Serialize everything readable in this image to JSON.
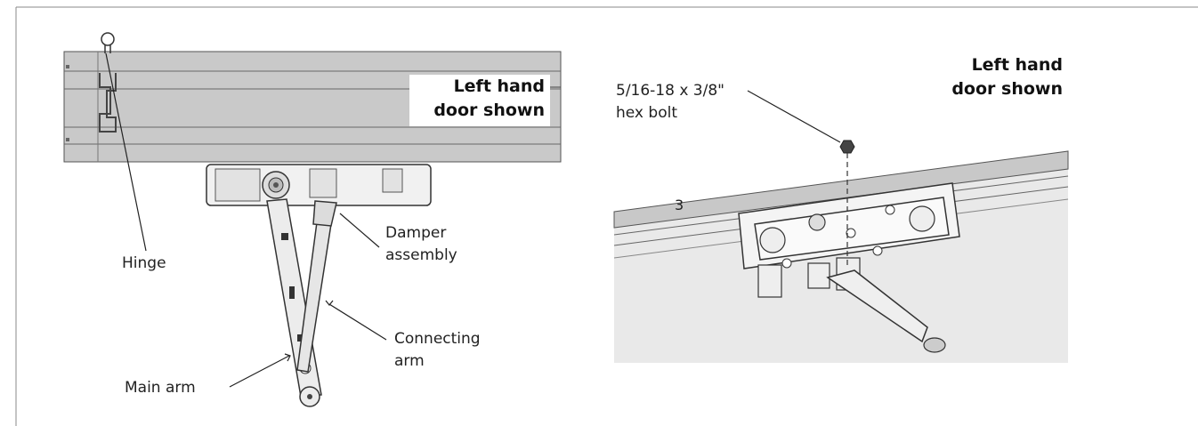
{
  "left_figure": {
    "door_label_line1": "Left hand",
    "door_label_line2": "door shown",
    "callouts": {
      "hinge": "Hinge",
      "damper_line1": "Damper",
      "damper_line2": "assembly",
      "connecting_line1": "Connecting",
      "connecting_line2": "arm",
      "main_arm": "Main arm"
    }
  },
  "right_figure": {
    "door_label_line1": "Left hand",
    "door_label_line2": "door shown",
    "bolt_line1": "5/16-18 x 3/8\"",
    "bolt_line2": "hex bolt",
    "frame_number": "3"
  }
}
